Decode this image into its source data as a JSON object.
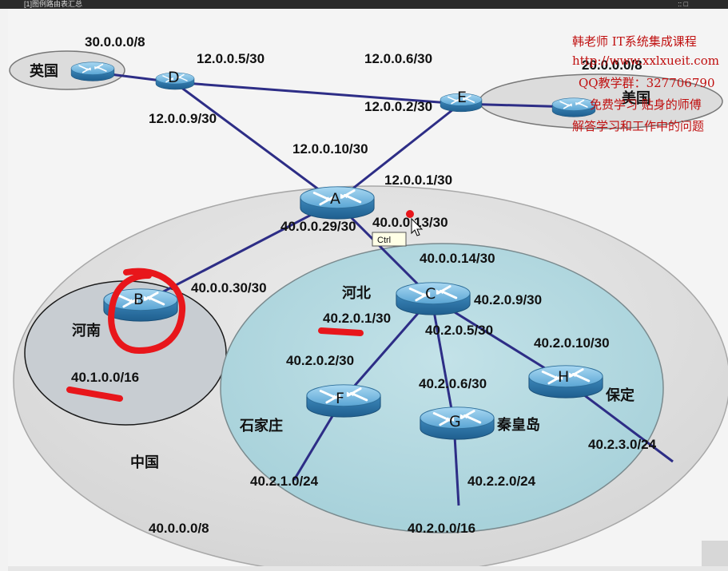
{
  "window_title": "[1]图例路由表汇总",
  "window_controls": ":: □",
  "ctrl_tooltip": "Ctrl",
  "routers": {
    "A": "A",
    "B": "B",
    "C": "C",
    "D": "D",
    "E": "E",
    "F": "F",
    "G": "G",
    "H": "H"
  },
  "regions": {
    "uk": "英国",
    "usa": "美国",
    "china": "中国",
    "henan": "河南",
    "hebei": "河北",
    "shijiazhuang": "石家庄",
    "qinhuangdao": "秦皇岛",
    "baoding": "保定"
  },
  "networks": {
    "uk": "30.0.0.0/8",
    "usa": "20.0.0.0/8",
    "china": "40.0.0.0/8",
    "henan": "40.1.0.0/16",
    "hebei": "40.2.0.0/16",
    "shijiazhuang": "40.2.1.0/24",
    "qinhuangdao": "40.2.2.0/24",
    "baoding": "40.2.3.0/24"
  },
  "interfaces": {
    "d_e": "12.0.0.5/30",
    "e_d": "12.0.0.6/30",
    "d_a": "12.0.0.9/30",
    "a_d": "12.0.0.10/30",
    "e_a": "12.0.0.2/30",
    "a_e": "12.0.0.1/30",
    "a_b": "40.0.0.29/30",
    "b_a": "40.0.0.30/30",
    "a_c": "40.0.0.13/30",
    "c_a": "40.0.0.14/30",
    "c_f": "40.2.0.1/30",
    "f_c": "40.2.0.2/30",
    "c_g": "40.2.0.5/30",
    "g_c": "40.2.0.6/30",
    "c_h": "40.2.0.9/30",
    "h_c": "40.2.0.10/30"
  },
  "watermark": [
    "韩老师 IT系统集成课程",
    "http://www.xxlxueit.com",
    "QQ教学群：327706790",
    "免费学习 贴身的师傅",
    "解答学习和工作中的问题"
  ],
  "colors": {
    "link": "#2d2d86",
    "router_body": "#3a85b8",
    "router_top": "#7ec0e6",
    "annotation_red": "#e8161b",
    "hebei_fill": "#b2d8e0",
    "china_fill": "#dedede",
    "watermark": "#c01010"
  }
}
